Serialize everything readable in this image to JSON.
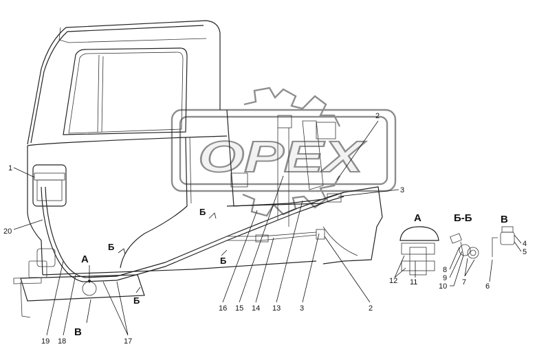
{
  "watermark": {
    "text": "OPEX"
  },
  "view_labels": {
    "a_marker": "А",
    "b_marker": "В",
    "bb_marker_upper": "Б",
    "bb_marker_mid": "Б",
    "bb_marker_left": "Б",
    "bb_marker_low": "Б",
    "detail_a_title": "А",
    "detail_bb_title": "Б-Б",
    "detail_b_title": "В"
  },
  "callouts": {
    "c1": "1",
    "c2_top": "2",
    "c2_bottom": "2",
    "c3_right": "3",
    "c3_bottom": "3",
    "c4": "4",
    "c5": "5",
    "c6": "6",
    "c7": "7",
    "c8": "8",
    "c9": "9",
    "c10": "10",
    "c11": "11",
    "c12": "12",
    "c13": "13",
    "c14": "14",
    "c15": "15",
    "c16": "16",
    "c17": "17",
    "c18": "18",
    "c19": "19",
    "c20": "20"
  }
}
